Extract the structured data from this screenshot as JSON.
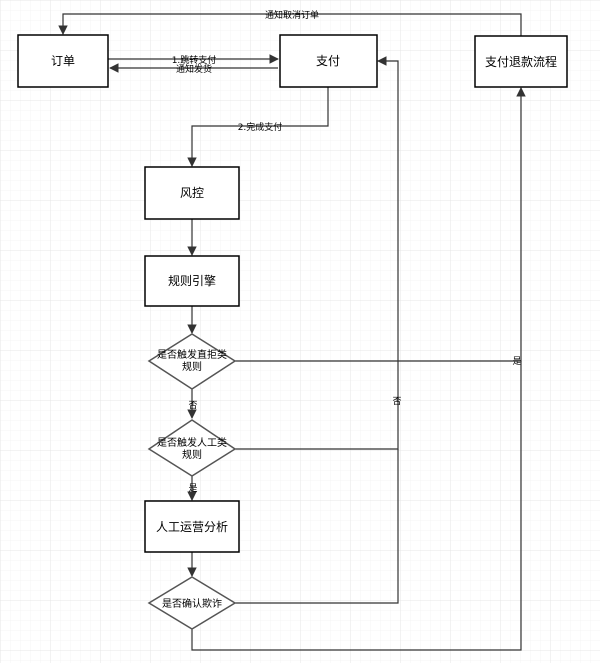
{
  "diagram": {
    "nodes": {
      "order": "订单",
      "payment": "支付",
      "refund_flow": "支付退款流程",
      "risk_control": "风控",
      "rule_engine": "规则引擎",
      "decision_direct_reject": [
        "是否触发直拒类",
        "规则"
      ],
      "decision_manual": [
        "是否触发人工类",
        "规则"
      ],
      "manual_ops": "人工运营分析",
      "decision_fraud": "是否确认欺诈"
    },
    "edges": {
      "notify_cancel": "通知取消订单",
      "redirect_pay": "1.跳转支付",
      "notify_ship": "通知发货",
      "pay_complete": "2.完成支付",
      "no_1": "否",
      "yes_1": "是",
      "no_2": "否",
      "yes_2": "是"
    },
    "colors": {
      "grid": "#e8e8e8",
      "stroke": "#000000",
      "diamond_stroke": "#555555",
      "edge": "#333333"
    }
  }
}
